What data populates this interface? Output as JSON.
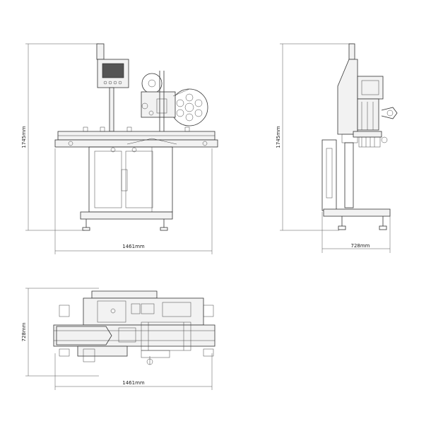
{
  "views": {
    "front": {
      "width_label": "1461mm",
      "height_label": "1745mm"
    },
    "side": {
      "width_label": "728mm",
      "height_label": "1745mm"
    },
    "top": {
      "width_label": "1461mm",
      "height_label": "728mm"
    }
  },
  "colors": {
    "line": "#333333",
    "background": "#ffffff"
  }
}
